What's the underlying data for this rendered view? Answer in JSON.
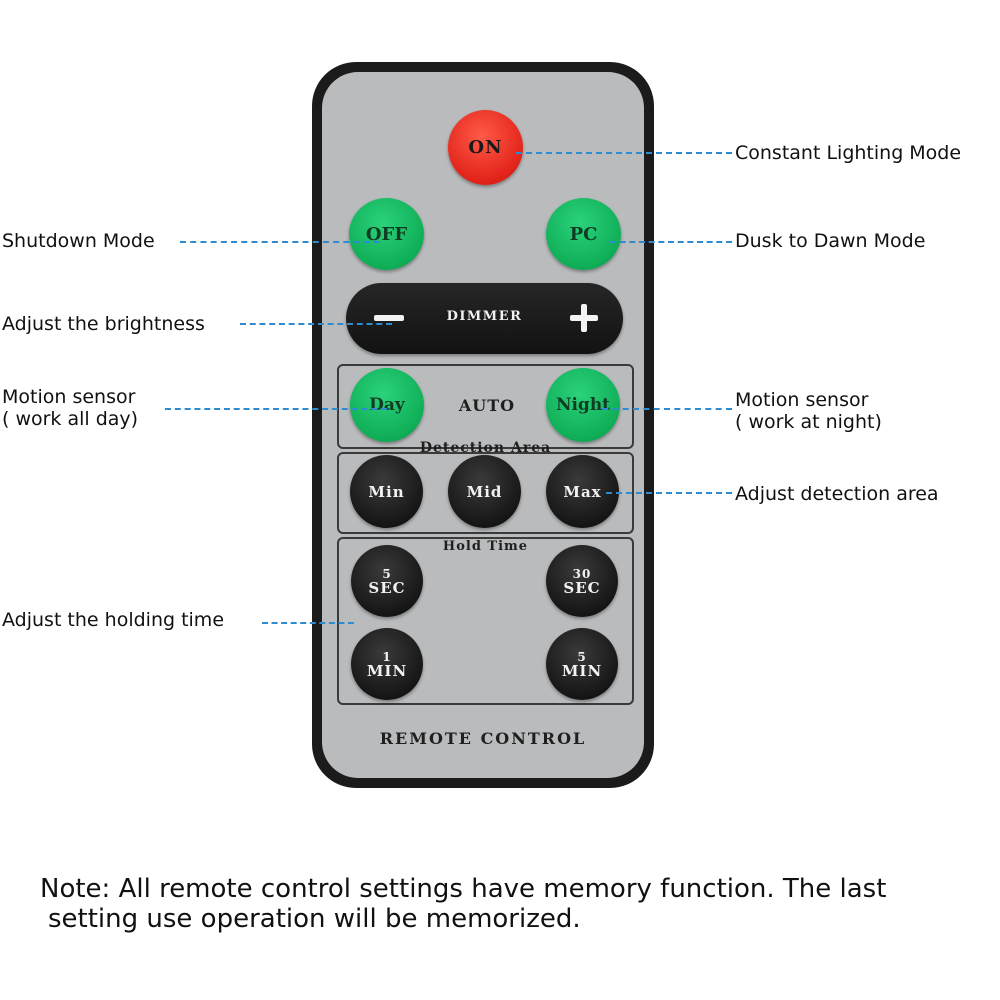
{
  "remote": {
    "buttons": {
      "on": "ON",
      "off": "OFF",
      "pc": "PC",
      "dimmer": "DIMMER",
      "day": "Day",
      "auto": "AUTO",
      "night": "Night",
      "min": "Min",
      "mid": "Mid",
      "max": "Max",
      "sec5_num": "5",
      "sec5_unit": "SEC",
      "sec30_num": "30",
      "sec30_unit": "SEC",
      "min1_num": "1",
      "min1_unit": "MIN",
      "min5_num": "5",
      "min5_unit": "MIN"
    },
    "detection_area": "Detection Area",
    "hold_time": "Hold Time",
    "footer": "REMOTE CONTROL"
  },
  "annotations": {
    "constant": "Constant Lighting Mode",
    "shutdown": "Shutdown Mode",
    "dusk": "Dusk to Dawn Mode",
    "brightness": "Adjust the brightness",
    "motion_day_1": "Motion sensor",
    "motion_day_2": "( work all day)",
    "motion_night_1": "Motion sensor",
    "motion_night_2": "( work at night)",
    "detection": "Adjust detection area",
    "holding": "Adjust the holding time"
  },
  "note": {
    "line1": "Note: All remote control settings have memory function. The last",
    "line2": "setting use operation will be memorized."
  },
  "colors": {
    "on_button": "#e2231a",
    "mode_buttons": "#0fae57",
    "dark_buttons": "#141414",
    "remote_face": "#b9bbbd",
    "leader_lines": "#2d8bd2"
  }
}
